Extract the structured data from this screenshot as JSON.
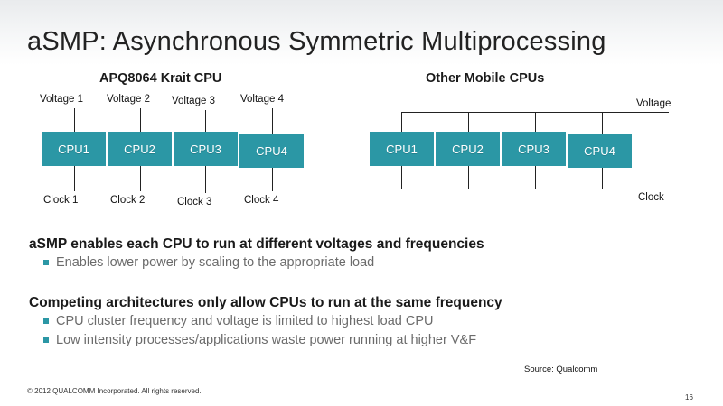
{
  "title": "aSMP: Asynchronous Symmetric Multiprocessing",
  "left_diagram": {
    "title": "APQ8064 Krait CPU",
    "voltages": [
      "Voltage 1",
      "Voltage 2",
      "Voltage 3",
      "Voltage 4"
    ],
    "cpus": [
      "CPU1",
      "CPU2",
      "CPU3",
      "CPU4"
    ],
    "clocks": [
      "Clock 1",
      "Clock 2",
      "Clock 3",
      "Clock 4"
    ]
  },
  "right_diagram": {
    "title": "Other Mobile CPUs",
    "voltage_label": "Voltage",
    "cpus": [
      "CPU1",
      "CPU2",
      "CPU3",
      "CPU4"
    ],
    "clock_label": "Clock"
  },
  "section1": {
    "heading": "aSMP enables each CPU to run at different voltages and frequencies",
    "bullets": [
      "Enables lower power by scaling to the appropriate load"
    ]
  },
  "section2": {
    "heading": "Competing architectures only allow CPUs to run at the same frequency",
    "bullets": [
      "CPU cluster frequency and voltage is limited to highest load CPU",
      "Low intensity processes/applications waste power running at higher V&F"
    ]
  },
  "source": "Source:  Qualcomm",
  "copyright": "© 2012 QUALCOMM Incorporated. All rights reserved.",
  "page_number": "16",
  "colors": {
    "cpu_box": "#2b97a5",
    "bullet": "#2b97a5"
  }
}
